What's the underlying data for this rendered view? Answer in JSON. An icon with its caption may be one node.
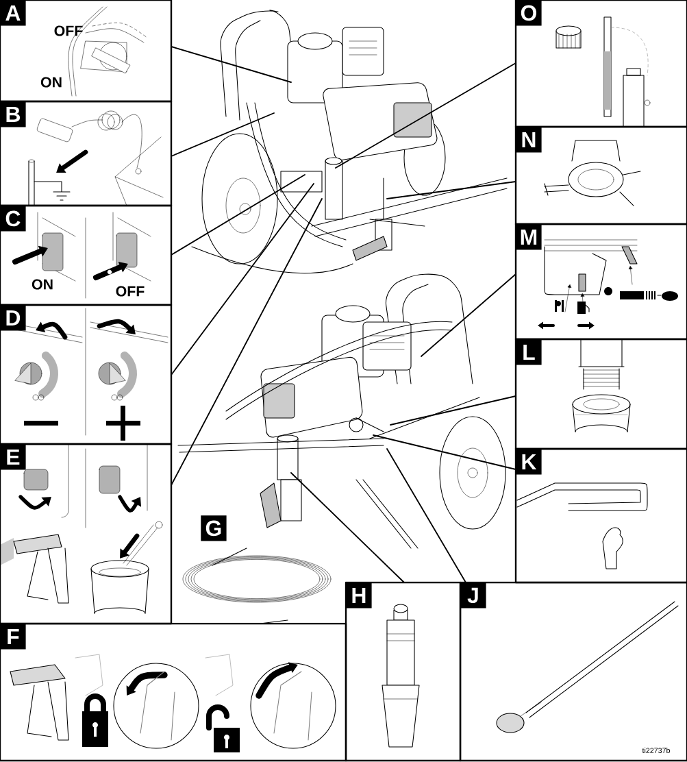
{
  "diagram": {
    "nodes": [
      {
        "text": [
          "A"
        ]
      },
      {
        "text": [
          "B"
        ]
      },
      {
        "text": [
          "C"
        ]
      },
      {
        "text": [
          "D"
        ]
      },
      {
        "text": [
          "E"
        ]
      },
      {
        "text": [
          "F"
        ]
      },
      {
        "text": [
          "G"
        ]
      },
      {
        "text": [
          "H"
        ]
      },
      {
        "text": [
          "J"
        ]
      },
      {
        "text": [
          "K"
        ]
      },
      {
        "text": [
          "L"
        ]
      },
      {
        "text": [
          "M"
        ]
      },
      {
        "text": [
          "N"
        ]
      },
      {
        "text": [
          "O"
        ]
      }
    ],
    "edges": [
      {
        "from": 0,
        "to": null,
        "arrow": "none"
      },
      {
        "from": 1,
        "to": null,
        "arrow": "none"
      },
      {
        "from": 2,
        "to": null,
        "arrow": "none"
      },
      {
        "from": 3,
        "to": null,
        "arrow": "none"
      },
      {
        "from": 4,
        "to": null,
        "arrow": "none"
      },
      {
        "from": 13,
        "to": null,
        "arrow": "none"
      },
      {
        "from": 12,
        "to": null,
        "arrow": "none"
      },
      {
        "from": 11,
        "to": null,
        "arrow": "none"
      },
      {
        "from": 10,
        "to": null,
        "arrow": "none"
      },
      {
        "from": 9,
        "to": null,
        "arrow": "none"
      },
      {
        "from": 7,
        "to": null,
        "arrow": "none"
      },
      {
        "from": 8,
        "to": null,
        "arrow": "none"
      }
    ],
    "labels": [
      "OFF",
      "ON",
      "ON",
      "OFF",
      "ti22737b"
    ]
  }
}
